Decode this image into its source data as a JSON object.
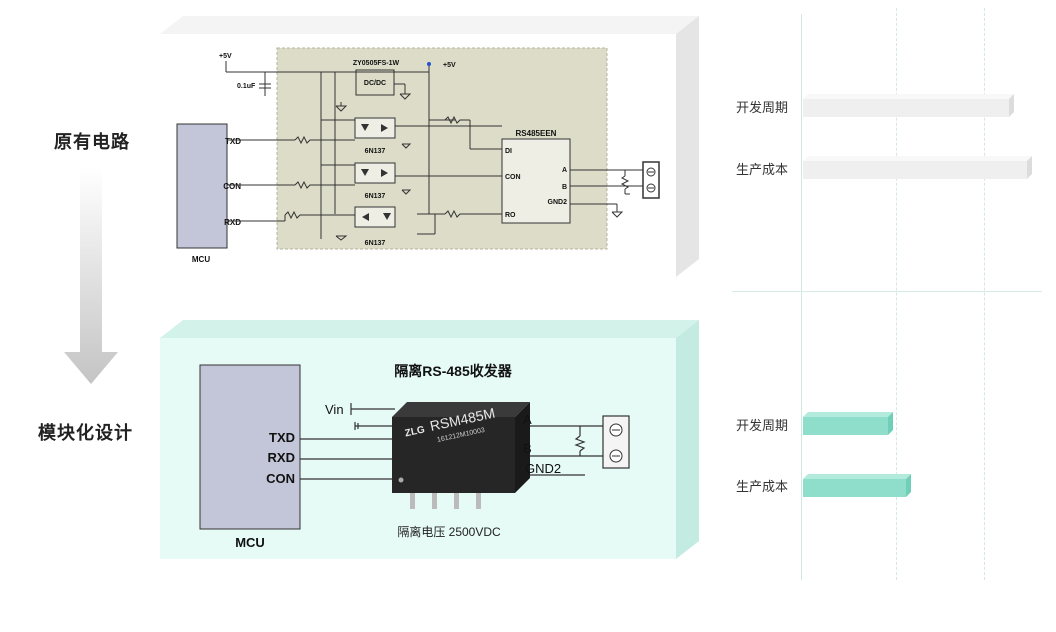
{
  "sections": {
    "original_title": "原有电路",
    "module_title": "模块化设计"
  },
  "old_circuit": {
    "mcu": "MCU",
    "txd": "TXD",
    "con": "CON",
    "rxd": "RXD",
    "vcc_left": "+5V",
    "vcc_right": "+5V",
    "cap": "0.1uF",
    "dcdc_part": "ZY0505FS-1W",
    "dcdc": "DC/DC",
    "opto1": "6N137",
    "opto2": "6N137",
    "opto3": "6N137",
    "transceiver": "RS485EEN",
    "pin_di": "DI",
    "pin_con": "CON",
    "pin_ro": "RO",
    "pin_a": "A",
    "pin_b": "B",
    "pin_gnd2": "GND2"
  },
  "new_circuit": {
    "title": "隔离RS-485收发器",
    "mcu": "MCU",
    "txd": "TXD",
    "rxd": "RXD",
    "con": "CON",
    "vin": "Vin",
    "brand": "ZLG",
    "model": "RSM485M",
    "code": "161212M10003",
    "pin_a": "A",
    "pin_b": "B",
    "pin_gnd2": "GND2",
    "isolation": "隔离电压 2500VDC"
  },
  "comparison": {
    "original": [
      {
        "label": "开发周期",
        "value": 0.92
      },
      {
        "label": "生产成本",
        "value": 1.0
      }
    ],
    "module": [
      {
        "label": "开发周期",
        "value": 0.38
      },
      {
        "label": "生产成本",
        "value": 0.46
      }
    ]
  },
  "colors": {
    "old_bar": "#efefef",
    "new_bar": "#8fdecb",
    "old_panel": "#ffffff",
    "new_panel": "#e6faf6",
    "old_board": "#dcdcc8",
    "mcu_fill": "#c3c6d8",
    "arrow": "#c9c9c9"
  }
}
